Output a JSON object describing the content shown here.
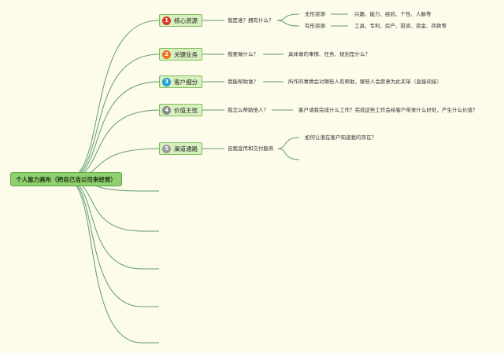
{
  "root": {
    "label": "个人能力画布（把自己当公司来经营）"
  },
  "colors": {
    "line": "#5f9e6e",
    "badge_1": "#d53a2b",
    "badge_2": "#e8711e",
    "badge_3": "#1e9fd6",
    "badge_4": "#8a8a8a",
    "badge_5": "#9a9a9a"
  },
  "branches": [
    {
      "num": "1",
      "label": "核心资源",
      "question": "我是谁？拥有什么？",
      "subs": [
        {
          "label": "无形资源",
          "detail": "兴趣、能力、经验、个性、人脉等"
        },
        {
          "label": "有形资源",
          "detail": "工具、专利、房产、投资、资金、存款等"
        }
      ]
    },
    {
      "num": "2",
      "label": "关键业务",
      "question": "我要做什么？",
      "detail": "具体做的事情、任务、规划是什么？"
    },
    {
      "num": "3",
      "label": "客户细分",
      "question": "我能帮助谁？",
      "detail": "所作的事情会对哪些人有帮助，哪些人会愿意为此买单（直接间接）"
    },
    {
      "num": "4",
      "label": "价值主张",
      "question": "我怎么帮助他人？",
      "detail": "客户请我完成什么工作？完成这些工作会给客户带来什么好处，产生什么价值？"
    },
    {
      "num": "5",
      "label": "渠道通路",
      "question": "自我宣传和交付服务",
      "detail": "如何让潜在客户知道我的存在？"
    }
  ]
}
